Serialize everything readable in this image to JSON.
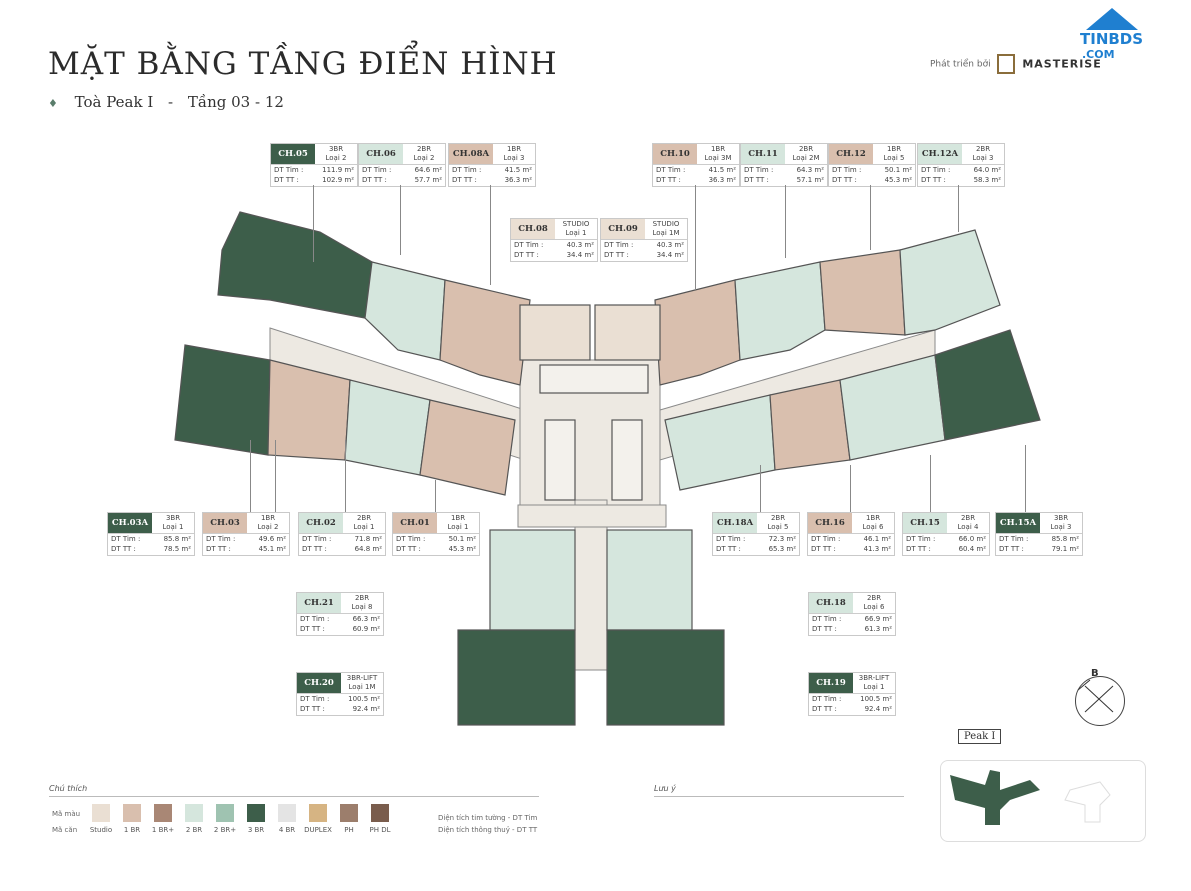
{
  "header": {
    "title": "MẶT BẰNG TẦNG ĐIỂN HÌNH",
    "subtitle_tower": "Toà Peak I",
    "subtitle_sep": "-",
    "subtitle_floor": "Tầng 03 - 12",
    "developer_label": "Phát triển bởi",
    "developer_name": "MASTERISE",
    "watermark_top": "TINBDS",
    "watermark_bottom": ".COM"
  },
  "colors": {
    "studio": "#eadfd3",
    "br1": "#d9bfae",
    "br1plus": "#a98775",
    "br2": "#d5e6dd",
    "br2plus": "#9fc3b1",
    "br3": "#3d5e4a",
    "br4": "#e4e4e4",
    "duplex": "#d6b483",
    "ph": "#9c7e6c",
    "phdl": "#7a5d4d",
    "corridor": "#ede9e2",
    "wall": "#5a5a5a"
  },
  "units": [
    {
      "code": "CH.05",
      "type": "3BR",
      "loai": "Loại 2",
      "tim": "111.9 m²",
      "tt": "102.9 m²",
      "tone": "br3"
    },
    {
      "code": "CH.06",
      "type": "2BR",
      "loai": "Loại 2",
      "tim": "64.6 m²",
      "tt": "57.7 m²",
      "tone": "br2"
    },
    {
      "code": "CH.08A",
      "type": "1BR",
      "loai": "Loại 3",
      "tim": "41.5 m²",
      "tt": "36.3 m²",
      "tone": "br1"
    },
    {
      "code": "CH.08",
      "type": "STUDIO",
      "loai": "Loại 1",
      "tim": "40.3 m²",
      "tt": "34.4 m²",
      "tone": "studio"
    },
    {
      "code": "CH.09",
      "type": "STUDIO",
      "loai": "Loại 1M",
      "tim": "40.3 m²",
      "tt": "34.4 m²",
      "tone": "studio"
    },
    {
      "code": "CH.10",
      "type": "1BR",
      "loai": "Loại 3M",
      "tim": "41.5 m²",
      "tt": "36.3 m²",
      "tone": "br1"
    },
    {
      "code": "CH.11",
      "type": "2BR",
      "loai": "Loại 2M",
      "tim": "64.3 m²",
      "tt": "57.1 m²",
      "tone": "br2"
    },
    {
      "code": "CH.12",
      "type": "1BR",
      "loai": "Loại 5",
      "tim": "50.1 m²",
      "tt": "45.3 m²",
      "tone": "br1"
    },
    {
      "code": "CH.12A",
      "type": "2BR",
      "loai": "Loại 3",
      "tim": "64.0 m²",
      "tt": "58.3 m²",
      "tone": "br2"
    },
    {
      "code": "CH.03A",
      "type": "3BR",
      "loai": "Loại 1",
      "tim": "85.8 m²",
      "tt": "78.5 m²",
      "tone": "br3"
    },
    {
      "code": "CH.03",
      "type": "1BR",
      "loai": "Loại 2",
      "tim": "49.6 m²",
      "tt": "45.1 m²",
      "tone": "br1"
    },
    {
      "code": "CH.02",
      "type": "2BR",
      "loai": "Loại 1",
      "tim": "71.8 m²",
      "tt": "64.8 m²",
      "tone": "br2"
    },
    {
      "code": "CH.01",
      "type": "1BR",
      "loai": "Loại 1",
      "tim": "50.1 m²",
      "tt": "45.3 m²",
      "tone": "br1"
    },
    {
      "code": "CH.18A",
      "type": "2BR",
      "loai": "Loại 5",
      "tim": "72.3 m²",
      "tt": "65.3 m²",
      "tone": "br2"
    },
    {
      "code": "CH.16",
      "type": "1BR",
      "loai": "Loại 6",
      "tim": "46.1 m²",
      "tt": "41.3 m²",
      "tone": "br1"
    },
    {
      "code": "CH.15",
      "type": "2BR",
      "loai": "Loại 4",
      "tim": "66.0 m²",
      "tt": "60.4 m²",
      "tone": "br2"
    },
    {
      "code": "CH.15A",
      "type": "3BR",
      "loai": "Loại 3",
      "tim": "85.8 m²",
      "tt": "79.1 m²",
      "tone": "br3"
    },
    {
      "code": "CH.21",
      "type": "2BR",
      "loai": "Loại 8",
      "tim": "66.3 m²",
      "tt": "60.9 m²",
      "tone": "br2"
    },
    {
      "code": "CH.18",
      "type": "2BR",
      "loai": "Loại 6",
      "tim": "66.9 m²",
      "tt": "61.3 m²",
      "tone": "br2"
    },
    {
      "code": "CH.20",
      "type": "3BR-LIFT",
      "loai": "Loại 1M",
      "tim": "100.5 m²",
      "tt": "92.4 m²",
      "tone": "br3"
    },
    {
      "code": "CH.19",
      "type": "3BR-LIFT",
      "loai": "Loại 1",
      "tim": "100.5 m²",
      "tt": "92.4 m²",
      "tone": "br3"
    }
  ],
  "card_labels": {
    "tim": "DT Tim :",
    "tt": "DT TT :"
  },
  "compass": {
    "label": "B"
  },
  "keyplan": {
    "label": "Peak I"
  },
  "legend": {
    "title": "Chú thích",
    "row1": "Mã màu",
    "row2": "Mã căn",
    "items": [
      {
        "label": "Studio",
        "tone": "studio"
      },
      {
        "label": "1 BR",
        "tone": "br1"
      },
      {
        "label": "1 BR+",
        "tone": "br1plus"
      },
      {
        "label": "2 BR",
        "tone": "br2"
      },
      {
        "label": "2 BR+",
        "tone": "br2plus"
      },
      {
        "label": "3 BR",
        "tone": "br3"
      },
      {
        "label": "4 BR",
        "tone": "br4"
      },
      {
        "label": "DUPLEX",
        "tone": "duplex"
      },
      {
        "label": "PH",
        "tone": "ph"
      },
      {
        "label": "PH DL",
        "tone": "phdl"
      }
    ],
    "area_note_1": "Diện tích tim tường - DT Tim",
    "area_note_2": "Diện tích thông thuỷ - DT TT"
  },
  "note": {
    "title": "Lưu ý"
  }
}
